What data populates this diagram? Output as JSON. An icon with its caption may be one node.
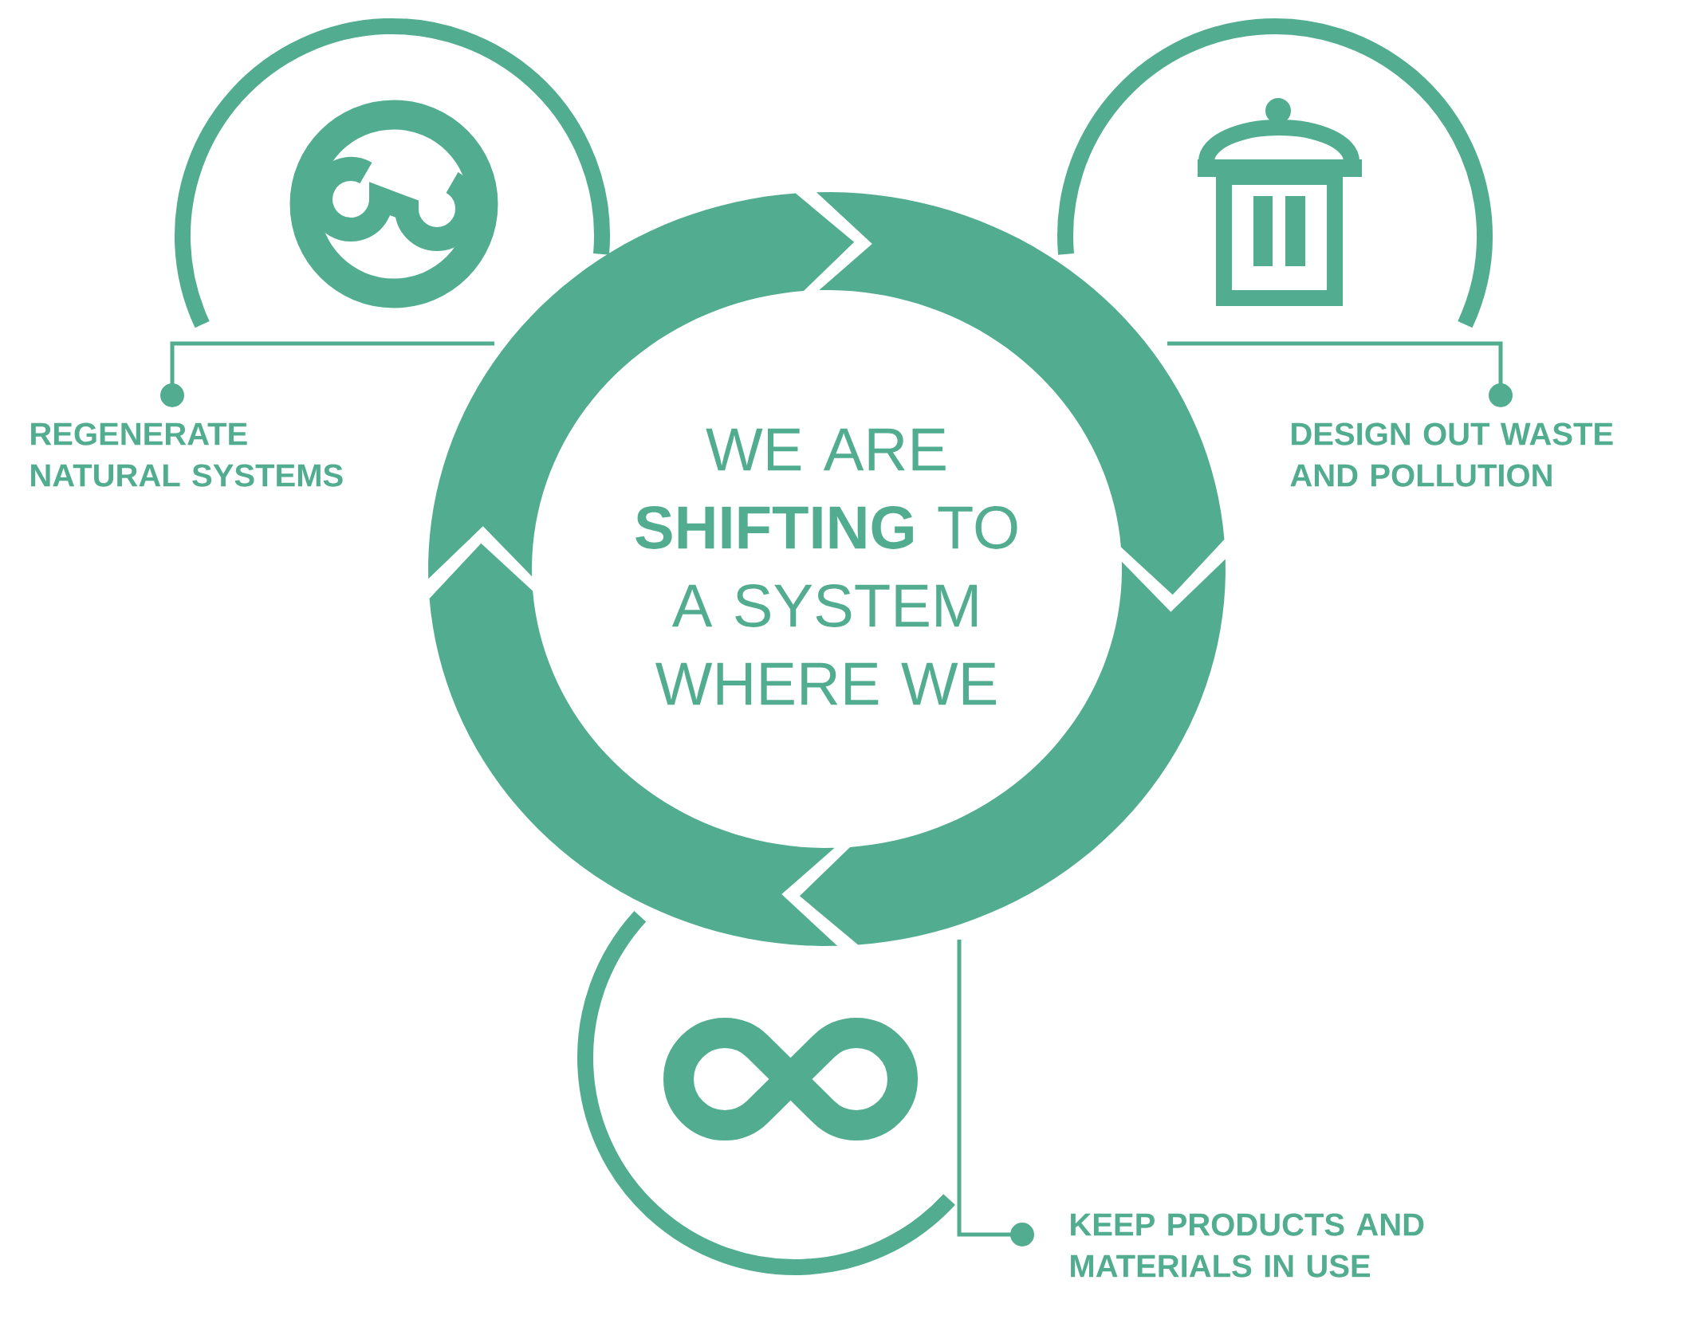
{
  "diagram": {
    "nodes": [
      {
        "text": [
          "WE ARE **SHIFTING** TO A SYSTEM WHERE WE"
        ]
      },
      {
        "text": [
          "REGENERATE NATURAL SYSTEMS"
        ]
      },
      {
        "text": [
          "DESIGN OUT WASTE AND POLLUTION"
        ]
      },
      {
        "text": [
          "KEEP PRODUCTS AND MATERIALS IN USE"
        ]
      },
      {
        "text": [],
        "shape": "picture"
      },
      {
        "text": [],
        "shape": "picture"
      },
      {
        "text": [],
        "shape": "picture"
      }
    ],
    "edges": [
      {
        "from": 1,
        "to": 4,
        "arrow": "other"
      },
      {
        "from": 2,
        "to": 5,
        "arrow": "other"
      },
      {
        "from": 3,
        "to": 6,
        "arrow": "other"
      }
    ]
  }
}
